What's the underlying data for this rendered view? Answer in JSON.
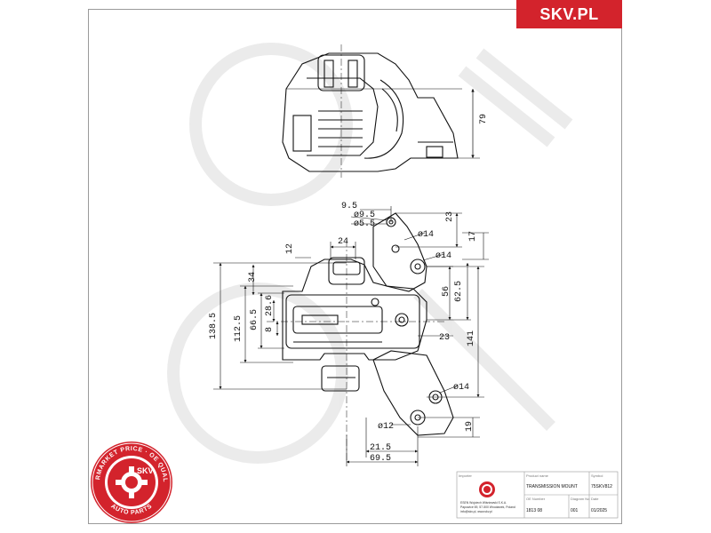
{
  "brand": {
    "label": "SKV.PL",
    "color": "#d3232c"
  },
  "dimensions": {
    "top_view_height": "79",
    "d_9_5_top": "9.5",
    "d_dia_9_5": "ø9.5",
    "d_dia_5_5": "ø5.5",
    "d_23_top": "23",
    "d_dia_14_a": "ø14",
    "d_17": "17",
    "d_24": "24",
    "d_12": "12",
    "d_dia_14_b": "ø14",
    "d_34": "34",
    "d_56": "56",
    "d_62_5": "62.5",
    "d_28_6": "28.6",
    "d_8": "8",
    "d_66_5": "66.5",
    "d_112_5": "112.5",
    "d_138_5": "138.5",
    "d_23_mid": "23",
    "d_141": "141",
    "d_dia_14_c": "ø14",
    "d_dia_12": "ø12",
    "d_19": "19",
    "d_21_5": "21.5",
    "d_69_5": "69.5"
  },
  "title_block": {
    "importer_label": "Importer",
    "importer_lines": [
      "ESEN Wojciech Wiśniewski S.K.A.",
      "Papowice 69, 57-500 Wrocławek, Poland",
      "info@skv.pl, www.skv.pl"
    ],
    "product_name_label": "Product name",
    "product_name": "TRANSMISSION MOUNT",
    "symbol_label": "Symbol",
    "symbol": "75SKV812",
    "oe_number_label": "OE Number",
    "oe_number": "1813 08",
    "diagram_no_label": "Diagram No",
    "diagram_no": "001",
    "date_label": "Date",
    "date": "01/2025"
  },
  "seal": {
    "ring_text_top": "AFTERMARKET PRICE · OE QUALITY ·",
    "ring_text_bottom": "AUTO PARTS",
    "center_text": "SKV",
    "color": "#d3232c"
  }
}
